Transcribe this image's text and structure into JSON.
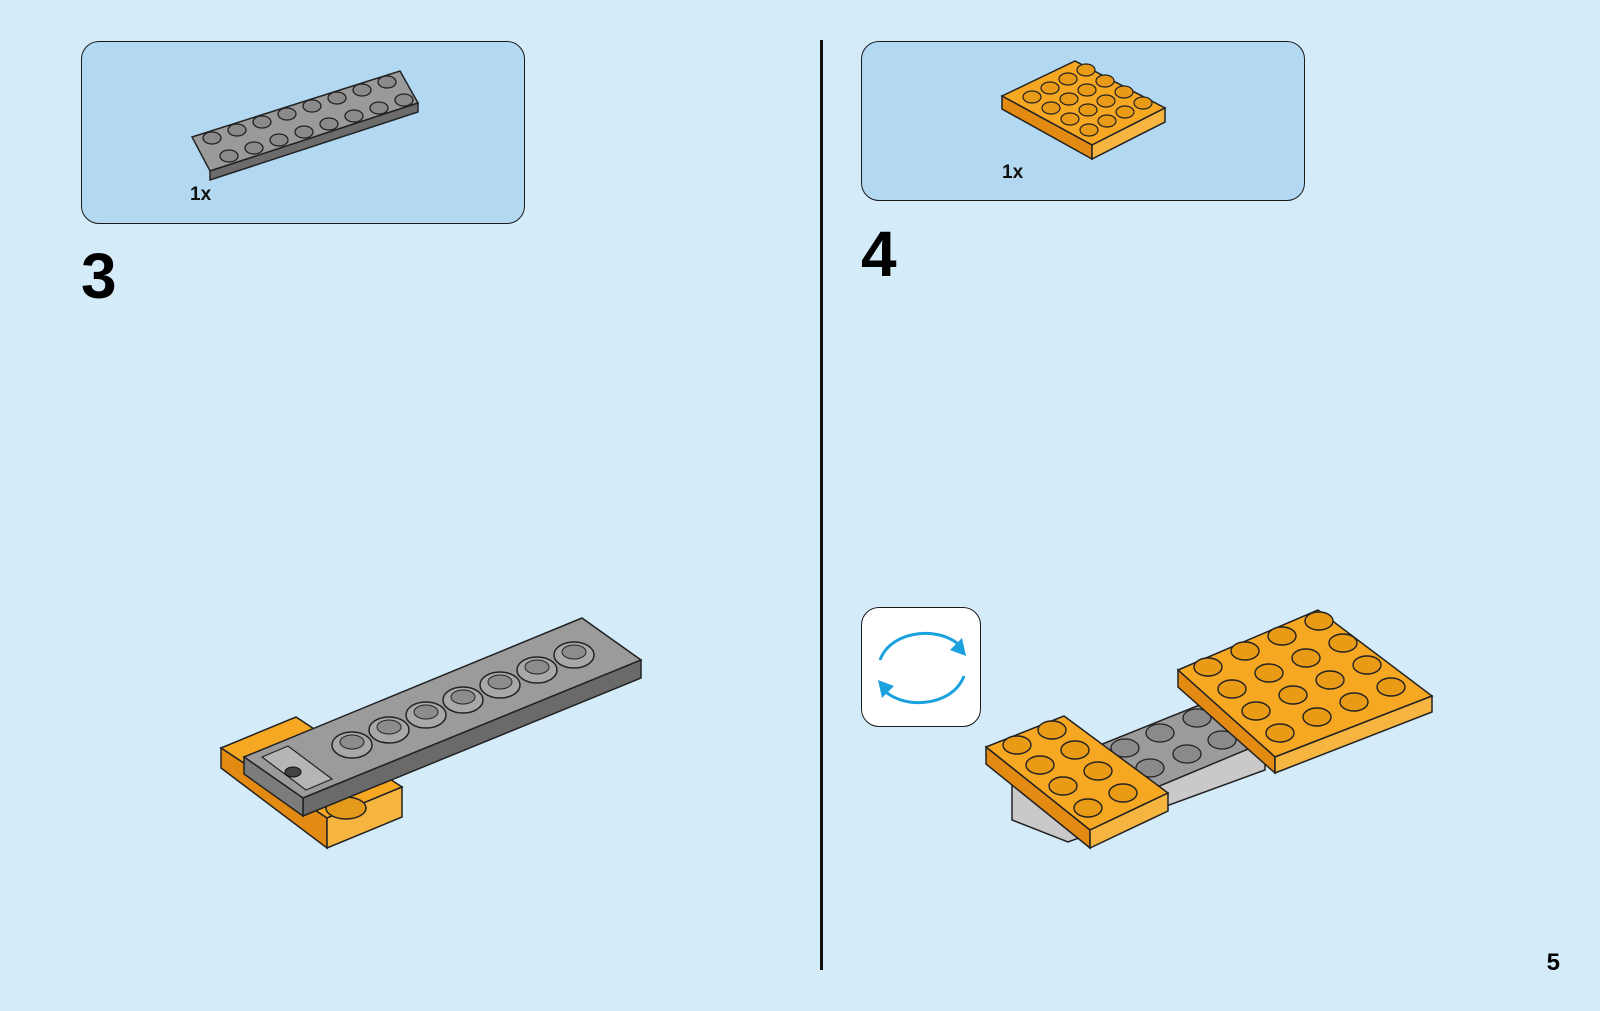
{
  "steps": [
    {
      "number": "3",
      "parts": [
        {
          "quantity": "1x",
          "color": "gray",
          "name": "plate-2x8"
        }
      ]
    },
    {
      "number": "4",
      "parts": [
        {
          "quantity": "1x",
          "color": "orange",
          "name": "plate-4x4"
        }
      ]
    }
  ],
  "page_number": "5",
  "icons": {
    "rotate": "rotate-arrows-icon"
  },
  "colors": {
    "background": "#d4ebfa",
    "parts_box": "#b3d9f2",
    "orange": "#f7a823",
    "gray": "#8f8f8f",
    "arrow": "#1aa1de"
  }
}
